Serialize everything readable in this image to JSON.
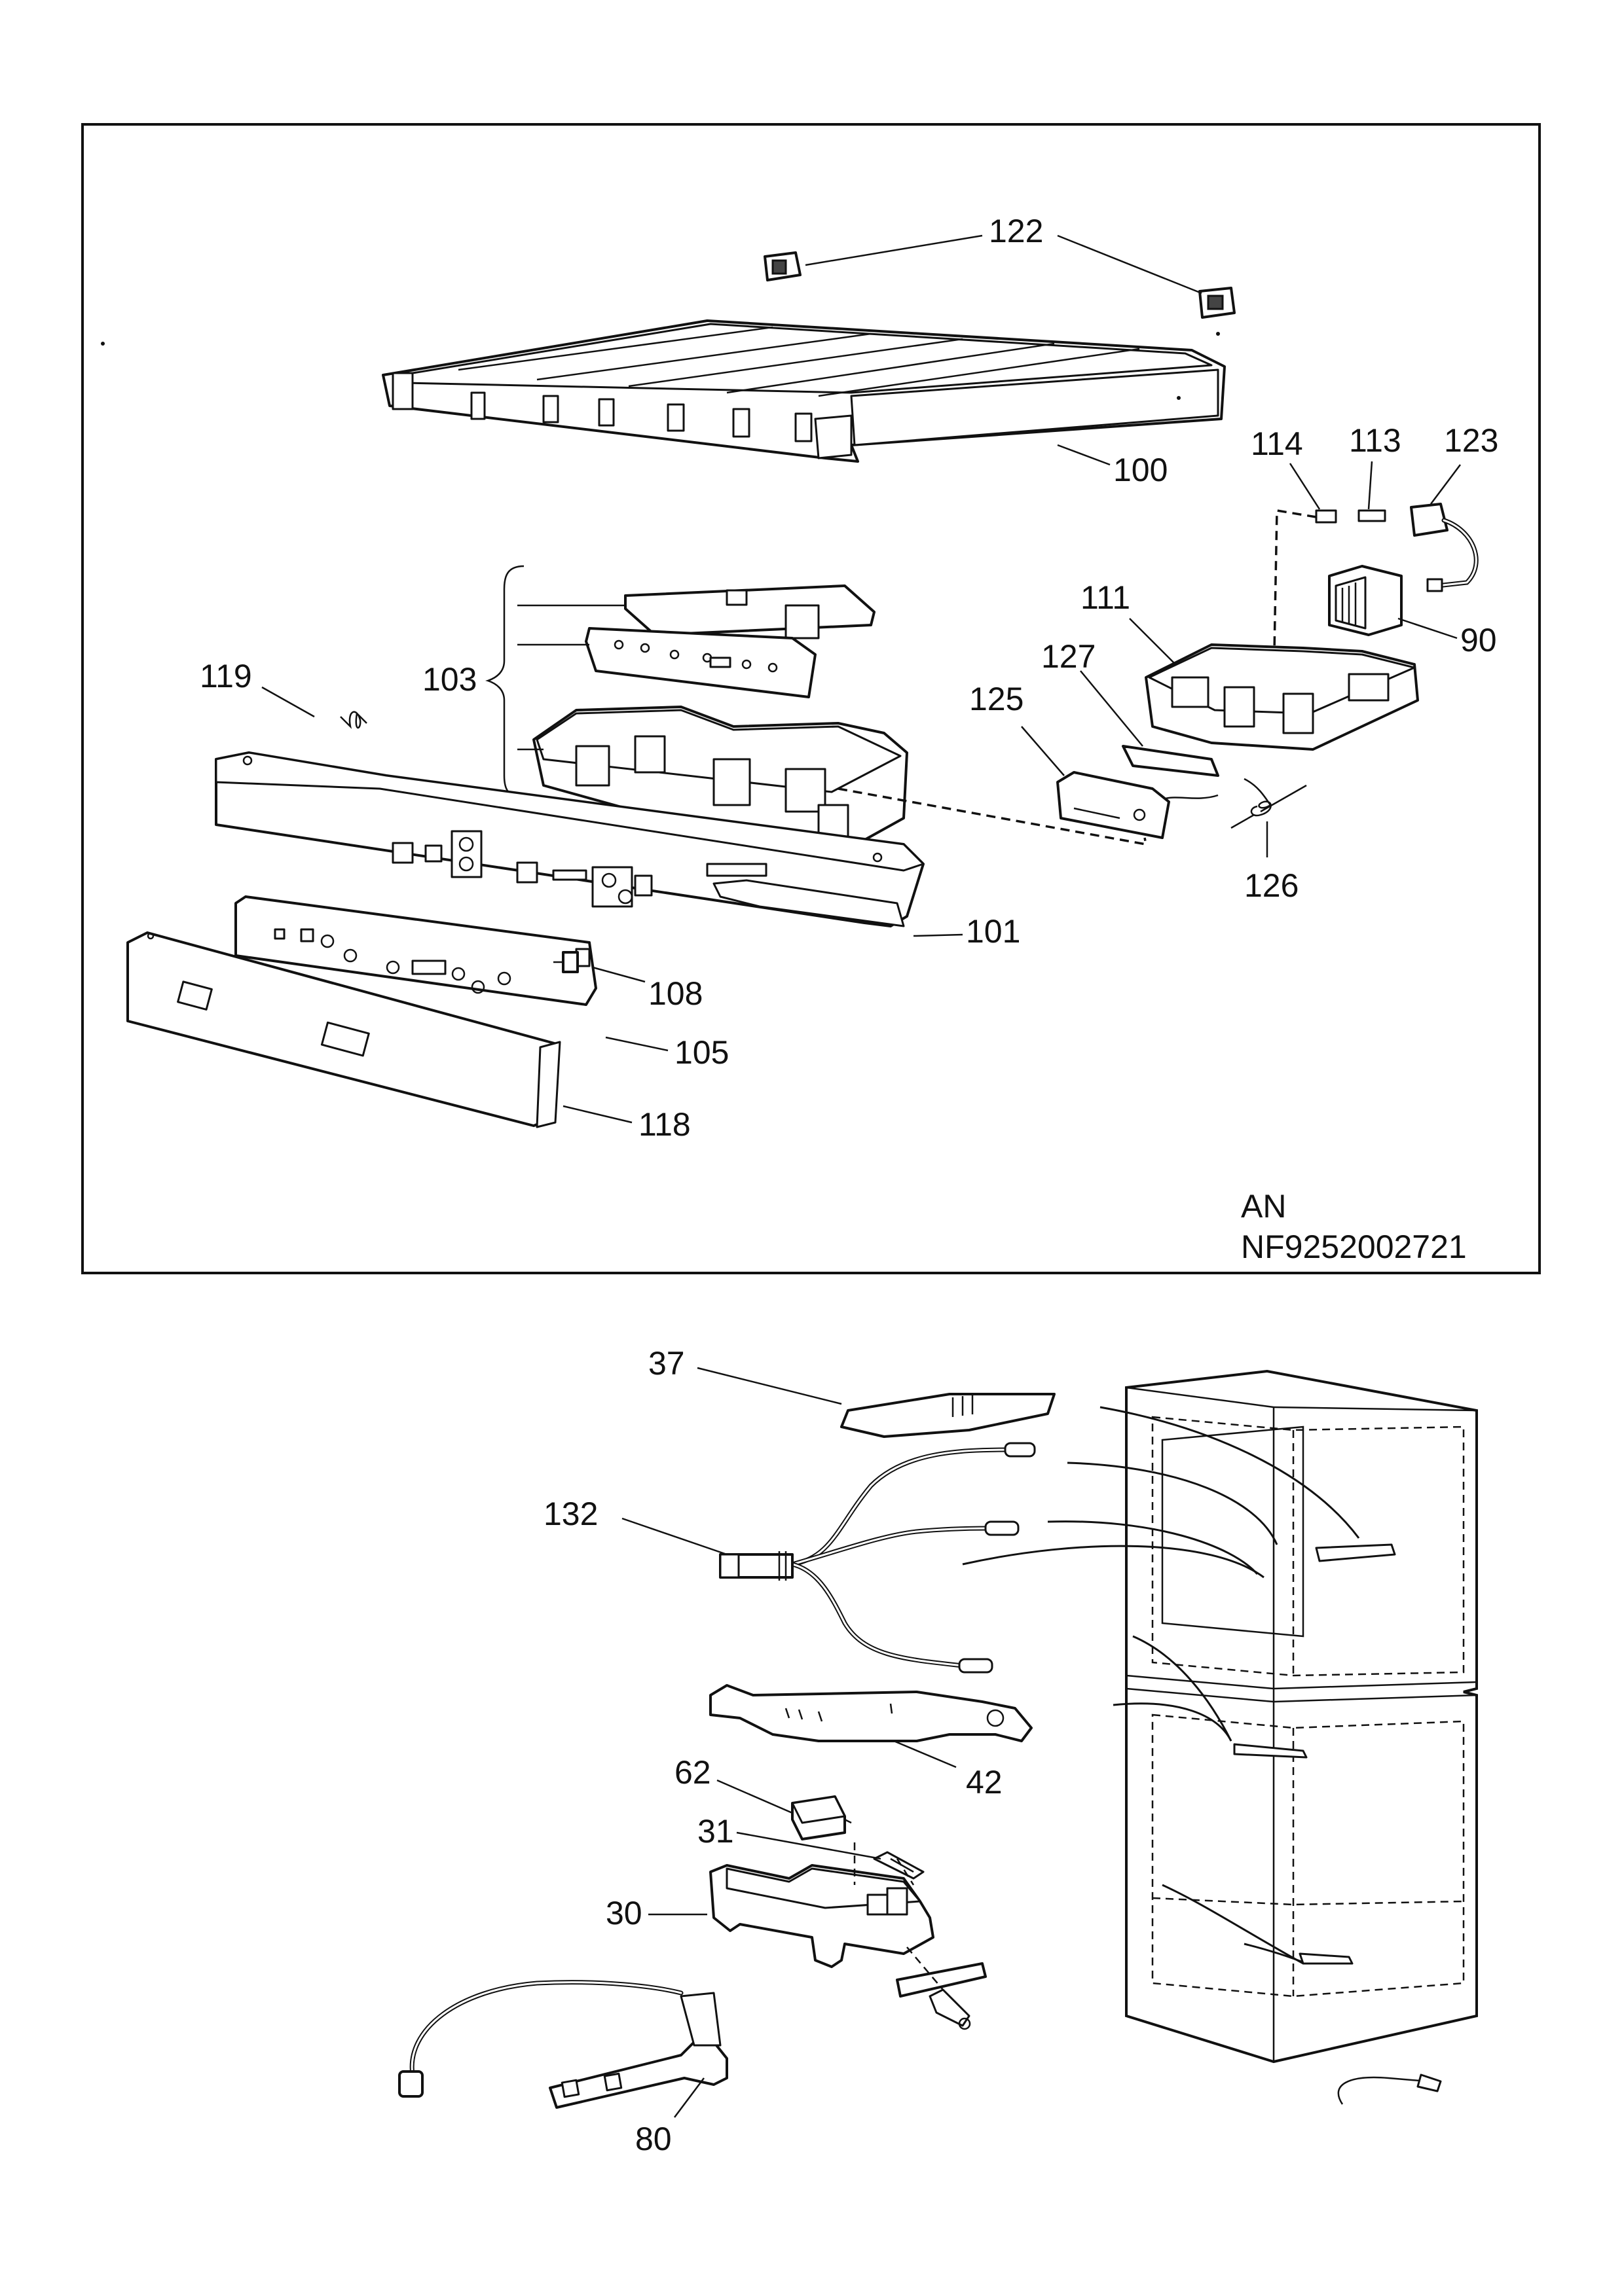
{
  "diagram": {
    "top_panel": {
      "callouts": {
        "c122": "122",
        "c100": "100",
        "c114": "114",
        "c113": "113",
        "c123": "123",
        "c90": "90",
        "c111": "111",
        "c127": "127",
        "c125": "125",
        "c119": "119",
        "c103": "103",
        "c126": "126",
        "c101": "101",
        "c108": "108",
        "c105": "105",
        "c118": "118"
      },
      "footer_code_1": "AN",
      "footer_code_2": "NF9252002721"
    },
    "bottom_section": {
      "callouts": {
        "c37": "37",
        "c132": "132",
        "c42": "42",
        "c62": "62",
        "c31": "31",
        "c30": "30",
        "c80": "80"
      }
    }
  }
}
